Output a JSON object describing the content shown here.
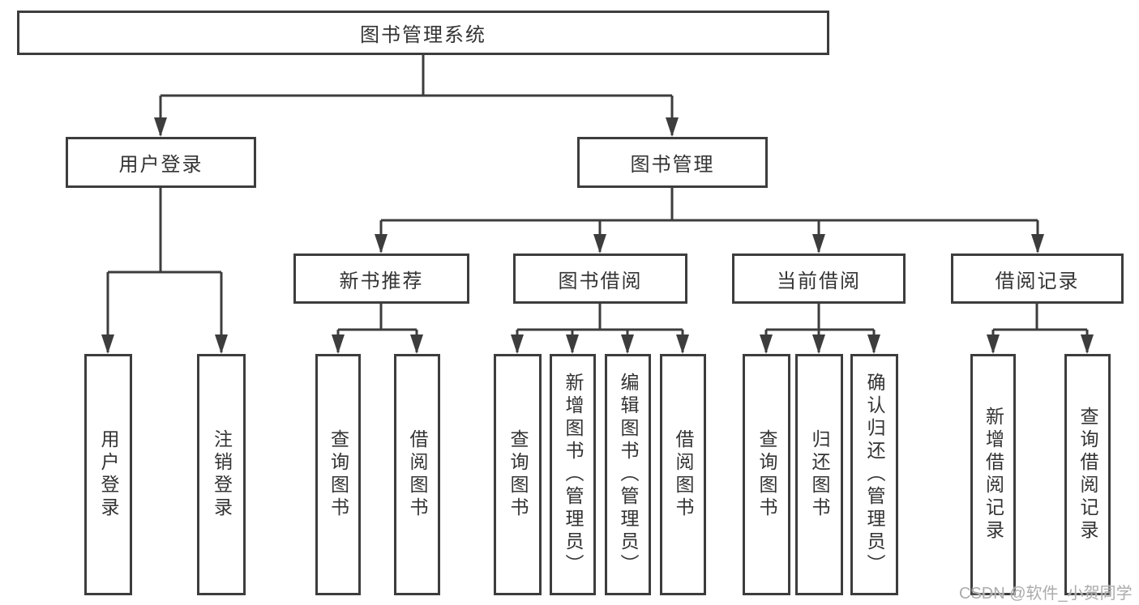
{
  "root": {
    "label": "图书管理系统"
  },
  "branches": [
    {
      "label": "用户登录",
      "leaves": [
        {
          "label": "用户登录"
        },
        {
          "label": "注销登录"
        }
      ]
    },
    {
      "label": "图书管理",
      "sections": [
        {
          "label": "新书推荐",
          "leaves": [
            {
              "label": "查询图书"
            },
            {
              "label": "借阅图书"
            }
          ]
        },
        {
          "label": "图书借阅",
          "leaves": [
            {
              "label": "查询图书"
            },
            {
              "label": "新增图书（管理员）"
            },
            {
              "label": "编辑图书（管理员）"
            },
            {
              "label": "借阅图书"
            }
          ]
        },
        {
          "label": "当前借阅",
          "leaves": [
            {
              "label": "查询图书"
            },
            {
              "label": "归还图书"
            },
            {
              "label": "确认归还（管理员）"
            }
          ]
        },
        {
          "label": "借阅记录",
          "leaves": [
            {
              "label": "新增借阅记录"
            },
            {
              "label": "查询借阅记录"
            }
          ]
        }
      ]
    }
  ],
  "watermark": {
    "text": "CSDN @软件_小贺同学"
  },
  "colors": {
    "line": "#3d3d3d",
    "text": "#333333",
    "watermark": "#ababab",
    "background": "#ffffff"
  }
}
